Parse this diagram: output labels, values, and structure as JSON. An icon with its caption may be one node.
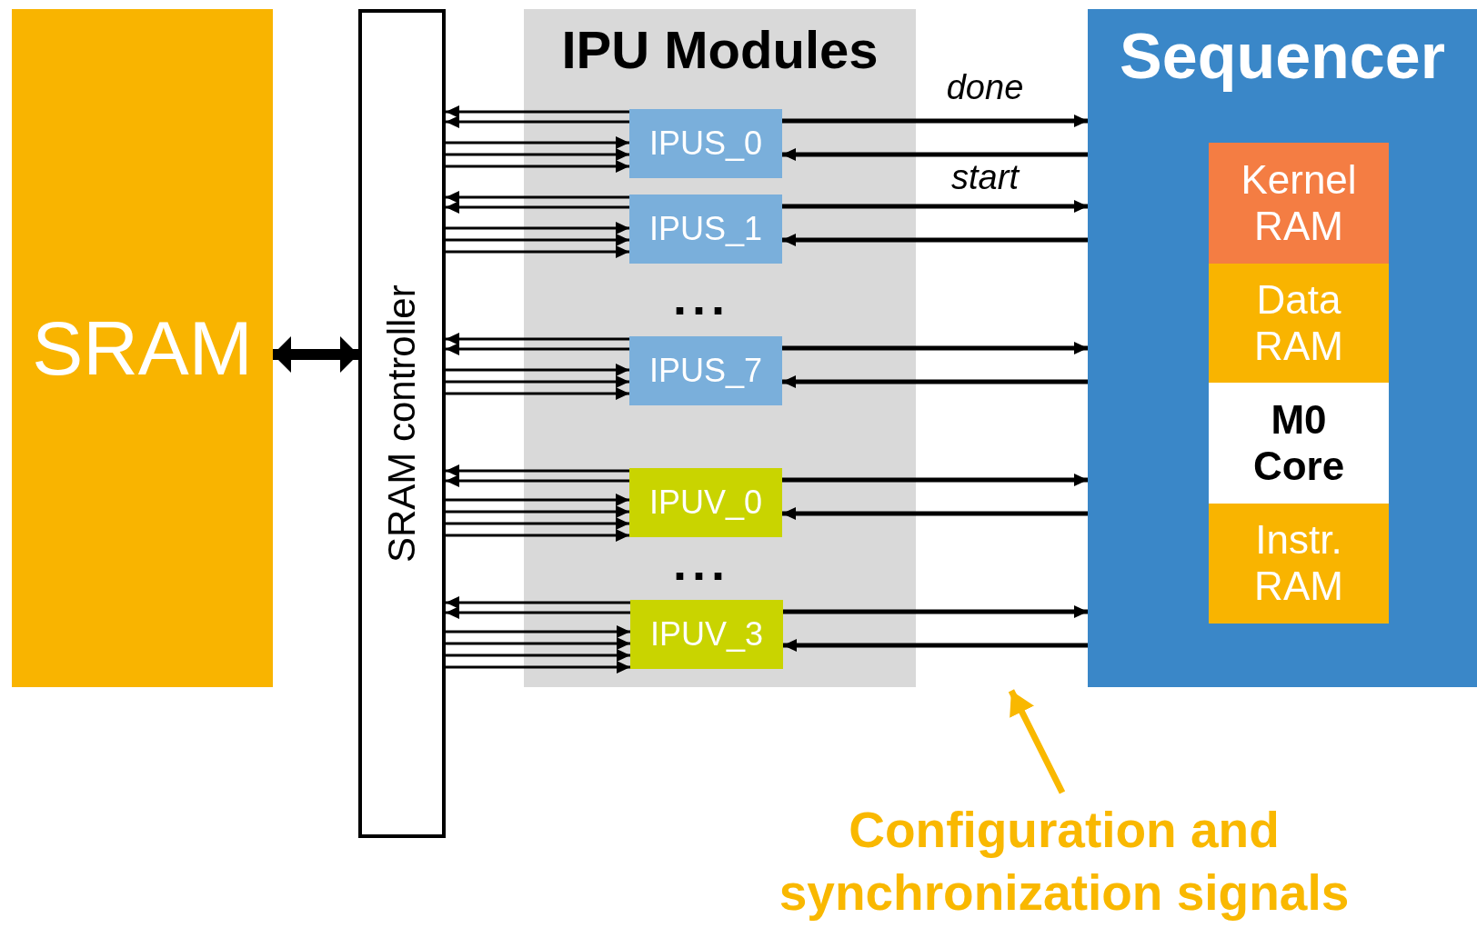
{
  "diagram": {
    "nodes": [
      {
        "text": [
          "SRAM"
        ]
      },
      {
        "text": [
          "SRAM controller"
        ]
      },
      {
        "text": [
          "IPU Modules"
        ]
      },
      {
        "text": [
          "IPUS_0"
        ],
        "in": 2
      },
      {
        "text": [
          "IPUS_1"
        ],
        "in": 2
      },
      {
        "text": [
          "IPUS_7"
        ],
        "in": 2
      },
      {
        "text": [
          "IPUV_0"
        ],
        "in": 2
      },
      {
        "text": [
          "IPUV_3"
        ],
        "in": 2
      },
      {
        "text": [
          "Sequencer"
        ]
      },
      {
        "text": [
          "Kernel RAM"
        ],
        "in": 8
      },
      {
        "text": [
          "Data RAM"
        ],
        "in": 8
      },
      {
        "text": [
          "M0 Core"
        ],
        "in": 8
      },
      {
        "text": [
          "Instr. RAM"
        ],
        "in": 8
      },
      {
        "text": [
          "Configuration and synchronization signals"
        ]
      }
    ],
    "edges": [
      {
        "from": 0,
        "to": 1,
        "arrow": "both",
        "style": "thick"
      },
      {
        "from": 3,
        "to": 1,
        "arrow": "to"
      },
      {
        "from": 3,
        "to": 1,
        "arrow": "to"
      },
      {
        "from": 1,
        "to": 3,
        "arrow": "to"
      },
      {
        "from": 1,
        "to": 3,
        "arrow": "to"
      },
      {
        "from": 1,
        "to": 3,
        "arrow": "to"
      },
      {
        "from": 3,
        "to": 8,
        "arrow": "to",
        "label": "done"
      },
      {
        "from": 8,
        "to": 3,
        "arrow": "to",
        "label": "start"
      },
      {
        "from": 4,
        "to": 1,
        "arrow": "to"
      },
      {
        "from": 4,
        "to": 1,
        "arrow": "to"
      },
      {
        "from": 1,
        "to": 4,
        "arrow": "to"
      },
      {
        "from": 1,
        "to": 4,
        "arrow": "to"
      },
      {
        "from": 1,
        "to": 4,
        "arrow": "to"
      },
      {
        "from": 4,
        "to": 8,
        "arrow": "to"
      },
      {
        "from": 8,
        "to": 4,
        "arrow": "to"
      },
      {
        "from": 5,
        "to": 1,
        "arrow": "to"
      },
      {
        "from": 5,
        "to": 1,
        "arrow": "to"
      },
      {
        "from": 1,
        "to": 5,
        "arrow": "to"
      },
      {
        "from": 1,
        "to": 5,
        "arrow": "to"
      },
      {
        "from": 1,
        "to": 5,
        "arrow": "to"
      },
      {
        "from": 5,
        "to": 8,
        "arrow": "to"
      },
      {
        "from": 8,
        "to": 5,
        "arrow": "to"
      },
      {
        "from": 6,
        "to": 1,
        "arrow": "to"
      },
      {
        "from": 6,
        "to": 1,
        "arrow": "to"
      },
      {
        "from": 1,
        "to": 6,
        "arrow": "to"
      },
      {
        "from": 1,
        "to": 6,
        "arrow": "to"
      },
      {
        "from": 1,
        "to": 6,
        "arrow": "to"
      },
      {
        "from": 1,
        "to": 6,
        "arrow": "to"
      },
      {
        "from": 6,
        "to": 8,
        "arrow": "to"
      },
      {
        "from": 8,
        "to": 6,
        "arrow": "to"
      },
      {
        "from": 7,
        "to": 1,
        "arrow": "to"
      },
      {
        "from": 7,
        "to": 1,
        "arrow": "to"
      },
      {
        "from": 1,
        "to": 7,
        "arrow": "to"
      },
      {
        "from": 1,
        "to": 7,
        "arrow": "to"
      },
      {
        "from": 1,
        "to": 7,
        "arrow": "to"
      },
      {
        "from": 1,
        "to": 7,
        "arrow": "to"
      },
      {
        "from": 7,
        "to": 8,
        "arrow": "to"
      },
      {
        "from": 8,
        "to": 7,
        "arrow": "to"
      },
      {
        "from": 13,
        "to": null,
        "arrow": "to",
        "style": "thick",
        "color": "#f9b800"
      }
    ],
    "labels": [
      "...",
      "..."
    ]
  }
}
